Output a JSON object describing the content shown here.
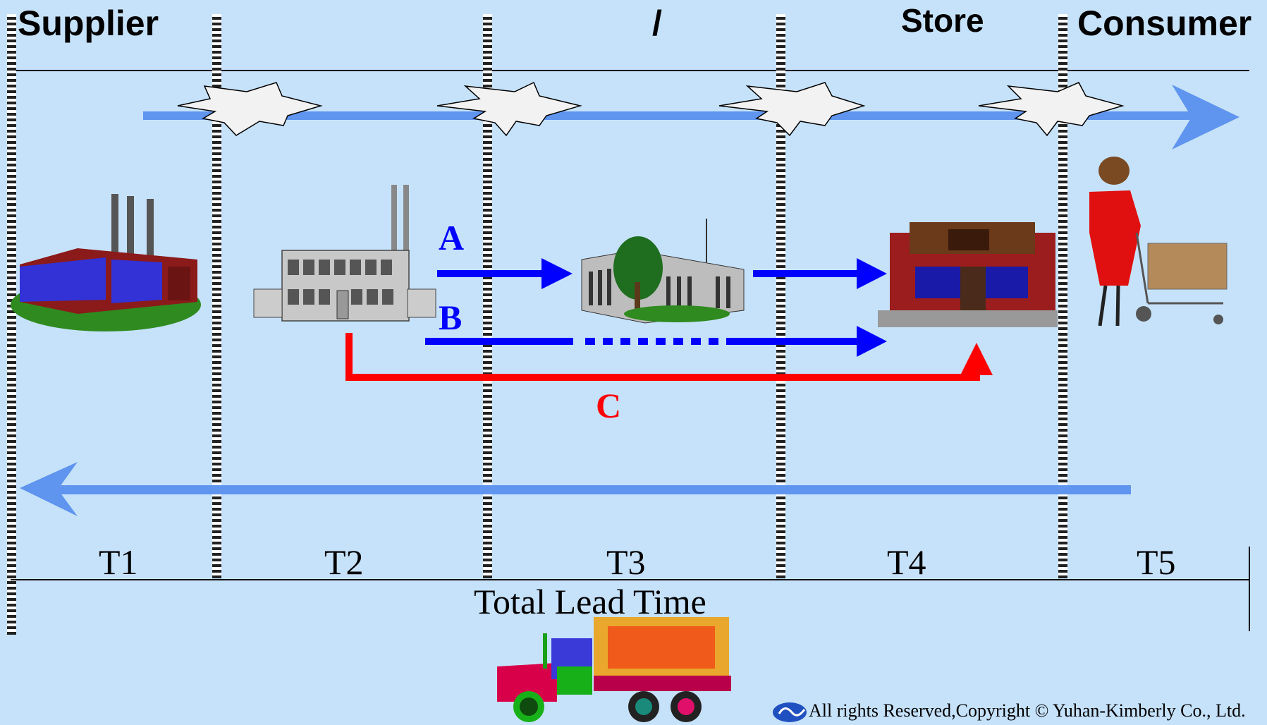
{
  "headers": {
    "supplier": "Supplier",
    "middle": "/",
    "store": "Store",
    "consumer": "Consumer"
  },
  "routes": {
    "a": "A",
    "b": "B",
    "c": "C"
  },
  "periods": [
    "T1",
    "T2",
    "T3",
    "T4",
    "T5"
  ],
  "total_label": "Total Lead Time",
  "copyright": "All rights Reserved,Copyright © Yuhan-Kimberly Co., Ltd.",
  "colors": {
    "background": "#c6e2fb",
    "flow_arrow": "#5f95ef",
    "route_blue": "#0000ff",
    "route_red": "#ff0000"
  }
}
